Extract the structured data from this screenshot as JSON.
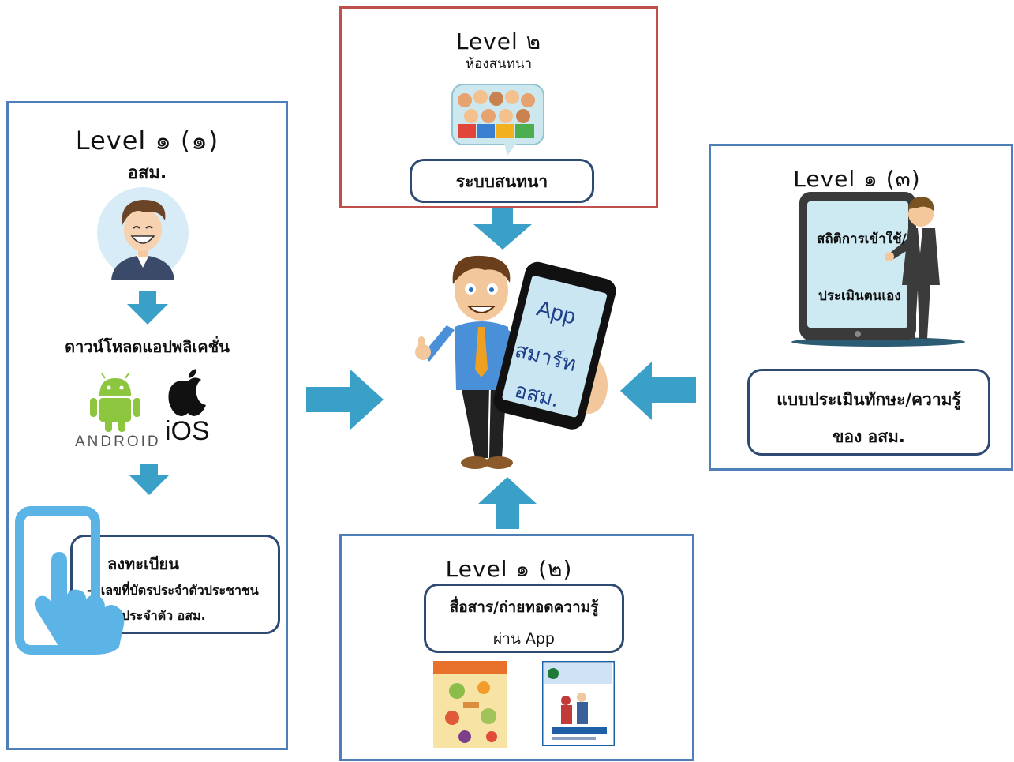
{
  "colors": {
    "panel_border": "#4f7fb8",
    "panel_border_red": "#c0504d",
    "arrow": "#3aa0c8",
    "box_border": "#2e4a73",
    "android_green": "#8cc63f"
  },
  "left_panel": {
    "title": "Level ๑ (๑)",
    "subtitle": "อสม.",
    "download_label": "ดาวน์โหลดแอปพลิเคชั่น",
    "android_label": "ANDROID",
    "ios_label": "iOS",
    "register": {
      "title": "ลงทะเบียน",
      "items": [
        "เลขที่บัตรประจำตัวประชาชน",
        "เลขประจำตัว อสม."
      ]
    }
  },
  "top_panel": {
    "title": "Level ๒",
    "subtitle": "ห้องสนทนา",
    "box_label": "ระบบสนทนา"
  },
  "right_panel": {
    "title": "Level ๑ (๓)",
    "tablet_line1": "สถิติการเข้าใช้/",
    "tablet_line2": "ประเมินตนเอง",
    "box_line1": "แบบประเมินทักษะ/ความรู้",
    "box_line2": "ของ อสม."
  },
  "bottom_panel": {
    "title": "Level ๑ (๒)",
    "box_line1": "สื่อสาร/ถ่ายทอดความรู้",
    "box_line2": "ผ่าน App"
  },
  "center": {
    "phone_line1": "App",
    "phone_line2": "สมาร์ท",
    "phone_line3": "อสม."
  },
  "icons": {
    "avatar": "smiling-man-avatar-icon",
    "android": "android-robot-icon",
    "apple": "apple-icon",
    "tap": "hand-tap-phone-icon",
    "chat": "chat-group-icon",
    "tablet": "tablet-businessman-icon",
    "man": "man-holding-phone-icon",
    "poster1": "poster-thumbnail-icon",
    "poster2": "poster-thumbnail-icon"
  }
}
